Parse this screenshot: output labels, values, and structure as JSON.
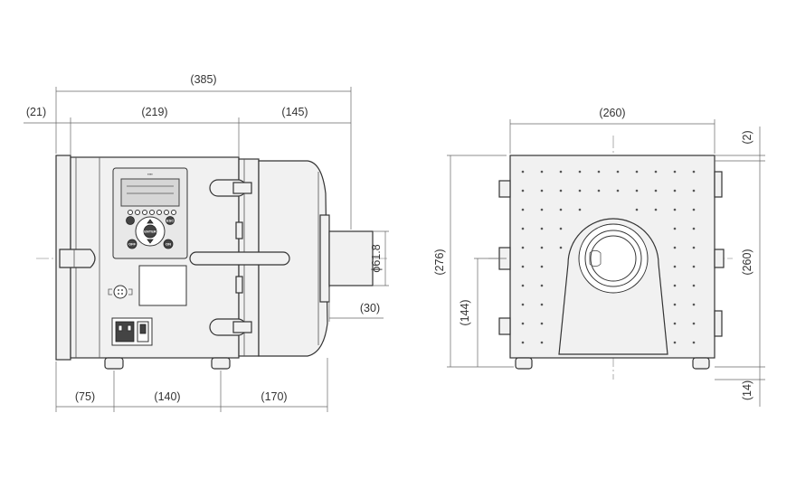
{
  "front_view": {
    "overall_width": "(385)",
    "left_flange": "(21)",
    "body_width": "(219)",
    "rear_width": "(145)",
    "outlet_diameter": "ϕ61.8",
    "outlet_length": "(30)",
    "foot_offset": "(75)",
    "foot_spacing": "(140)",
    "rear_foot_offset": "(170)"
  },
  "side_view": {
    "width": "(260)",
    "top_offset": "(2)",
    "height_right": "(260)",
    "overall_height": "(276)",
    "center_height": "(144)",
    "foot_height": "(14)"
  },
  "controller": {
    "brand_label": "▪▪▪▪",
    "btn_enter": "ENTER",
    "btn_off": "OFF",
    "btn_on": "ON",
    "btn_esc": "ESC"
  },
  "colors": {
    "line": "#333333",
    "body_fill": "#f1f1f1",
    "panel_fill": "#e8e8e8"
  }
}
